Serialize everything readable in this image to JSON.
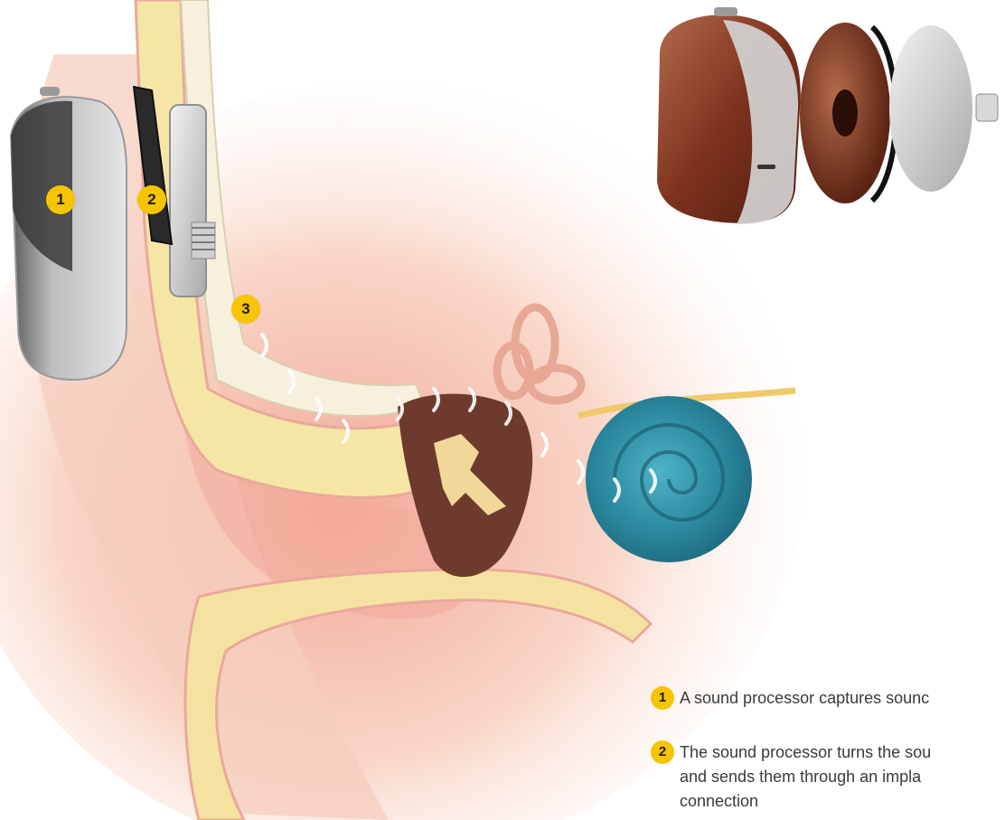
{
  "markers": [
    "1",
    "2",
    "3"
  ],
  "legend": [
    {
      "number": "1",
      "text": "A sound processor captures sounc"
    },
    {
      "number": "2",
      "text": "The sound processor turns the sou",
      "continuation": "and sends them through an impla",
      "continuation2": "connection"
    }
  ],
  "colors": {
    "marker_yellow": "#f7c400",
    "bone": "#f3e7b6",
    "skin": "#f7c8b6",
    "cochlea": "#2f8ea3",
    "processor_bronze": "#8b3a24",
    "text": "#3a3a3a"
  }
}
